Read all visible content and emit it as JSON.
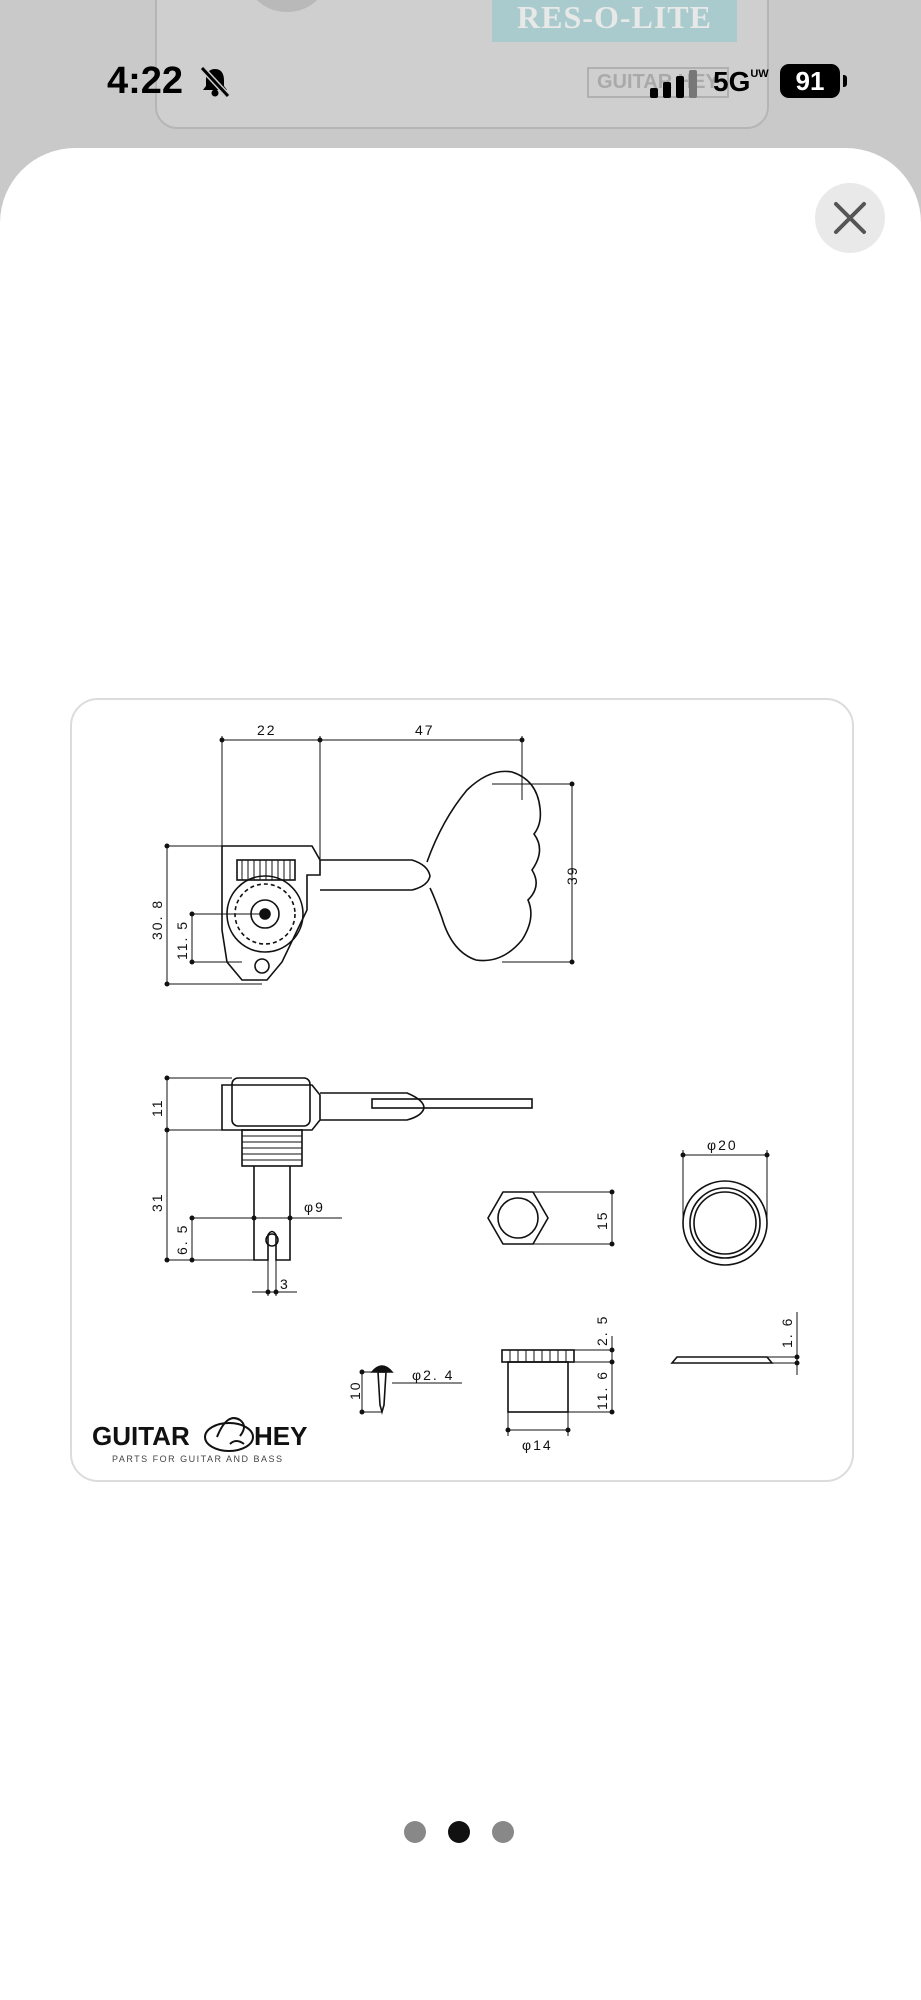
{
  "background": {
    "brand_text": "RES-O-LITE",
    "logo_text": "GUITAR HEY"
  },
  "status_bar": {
    "time": "4:22",
    "network": "5G",
    "network_sup": "UW",
    "battery": "91",
    "icons": [
      "bell-muted-icon",
      "signal-icon",
      "battery-icon"
    ]
  },
  "sheet": {
    "close_icon": "close-icon"
  },
  "diagram": {
    "dims": {
      "top_22": "22",
      "top_47": "47",
      "right_39": "39",
      "left_308": "30. 8",
      "left_115": "11. 5",
      "side_11": "11",
      "side_31": "31",
      "side_65": "6. 5",
      "phi9": "φ9",
      "w3": "3",
      "nut_15": "15",
      "washer_phi20": "φ20",
      "screw_10": "10",
      "screw_phi24": "φ2. 4",
      "bush_25": "2. 5",
      "bush_116": "11. 6",
      "bush_phi14": "φ14",
      "plate_16": "1. 6"
    },
    "logo": {
      "left": "GUITAR",
      "right": "HEY",
      "tagline": "PARTS FOR GUITAR AND BASS"
    }
  },
  "pager": {
    "count": 3,
    "active_index": 1
  }
}
